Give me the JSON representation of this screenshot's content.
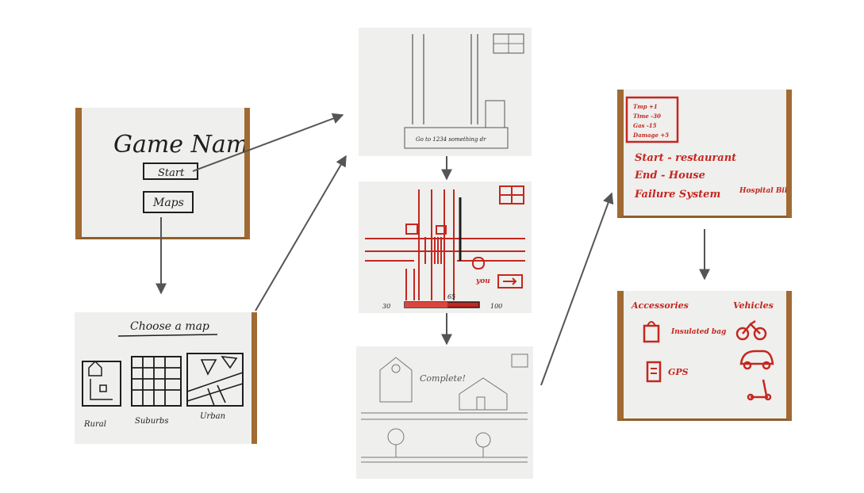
{
  "colors": {
    "ink": "#1e1e1e",
    "marker_red": "#c4271f",
    "paper": "#efefed",
    "wood": "#a06a32",
    "arrow": "#555555"
  },
  "title_screen": {
    "game_name": "Game Name",
    "start_label": "Start",
    "maps_label": "Maps"
  },
  "choose_map": {
    "heading": "Choose a map",
    "maps": [
      "Rural",
      "Suburbs",
      "Urban"
    ]
  },
  "instructions": {
    "hint": "Go to 1234 something dr"
  },
  "gameplay": {
    "player_label": "you",
    "speed_min": "30",
    "speed_current": "65",
    "speed_max": "100"
  },
  "complete": {
    "message": "Complete!"
  },
  "stats": {
    "lines": [
      "Tmp +1",
      "Time -30",
      "Gas -15",
      "Damage +5"
    ],
    "start": "Start - restaurant",
    "end": "End - House",
    "failure": "Failure System",
    "failure_note": "Hospital Bill"
  },
  "shop": {
    "accessories_heading": "Accessories",
    "vehicles_heading": "Vehicles",
    "accessories": [
      "Insulated bag",
      "GPS"
    ],
    "vehicles": [
      "bicycle-icon",
      "car-icon",
      "scooter-icon"
    ]
  }
}
